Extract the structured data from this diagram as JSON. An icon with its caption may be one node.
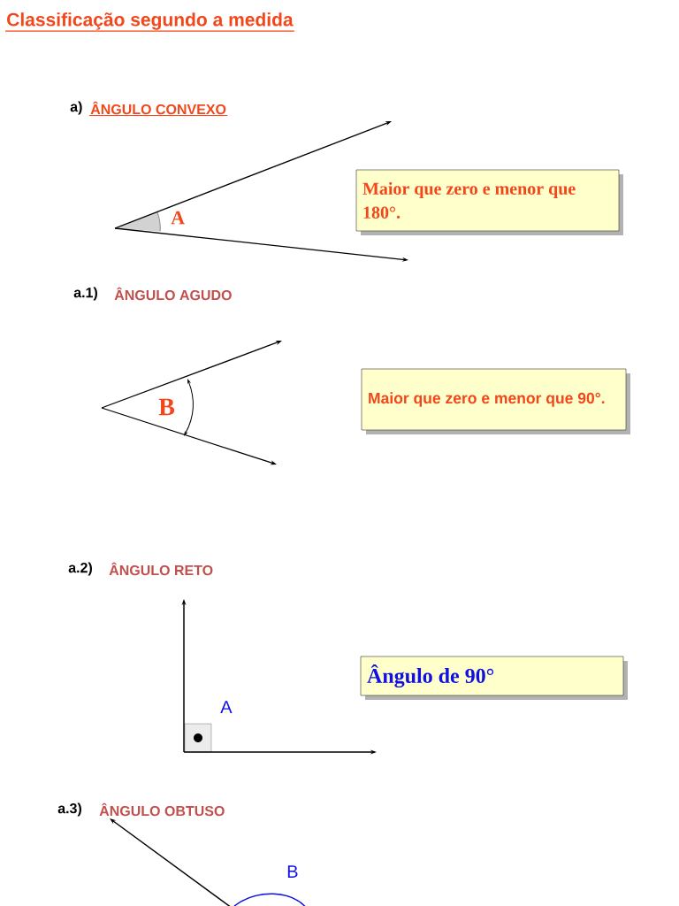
{
  "diagram": {
    "title": "Classificação segundo a medida",
    "nodes": [
      {
        "text": [
          "Maior que zero e menor que 180°."
        ]
      },
      {
        "text": [
          "Maior que zero e menor que 90°."
        ]
      },
      {
        "text": [
          "Ângulo de 90°"
        ]
      }
    ],
    "labels": [
      "a)",
      "ÂNGULO CONVEXO",
      "A",
      "a.1)",
      "ÂNGULO AGUDO",
      "B",
      "a.2)",
      "ÂNGULO RETO",
      "A",
      "a.3)",
      "ÂNGULO OBTUSO",
      "B"
    ]
  }
}
